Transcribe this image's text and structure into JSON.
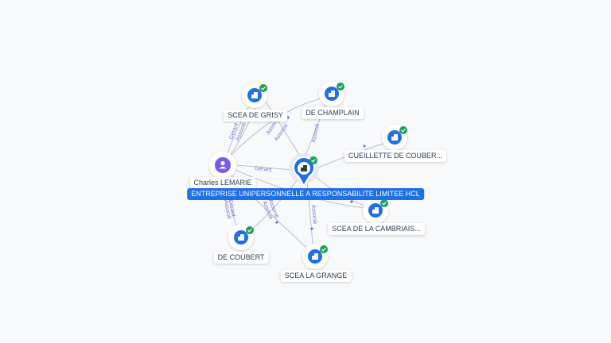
{
  "graph": {
    "center": {
      "label": "ENTREPRISE UNIPERSONNELLE A RESPONSABILITE LIMITEE HCL",
      "icon": "building-icon"
    },
    "person": {
      "label": "Charles LEMARIE",
      "icon": "person-icon"
    },
    "companies": [
      {
        "id": "scea-de-grisy",
        "label": "SCEA DE GRISY",
        "icon": "building-icon",
        "verified": true
      },
      {
        "id": "de-champlain",
        "label": "DE CHAMPLAIN",
        "icon": "building-icon",
        "verified": true
      },
      {
        "id": "cueillette-de-coubert",
        "label": "CUEILLETTE DE COUBER...",
        "icon": "building-icon",
        "verified": true
      },
      {
        "id": "scea-de-la-cambriais",
        "label": "SCEA DE LA CAMBRIAIS...",
        "icon": "building-icon",
        "verified": true
      },
      {
        "id": "scea-la-grange",
        "label": "SCEA LA GRANGE",
        "icon": "building-icon",
        "verified": true
      },
      {
        "id": "de-coubert",
        "label": "DE COUBERT",
        "icon": "building-icon",
        "verified": true
      }
    ],
    "edge_labels": {
      "gerant": "Gérant",
      "associe": "Associé"
    },
    "colors": {
      "node_blue": "#1f6fe8",
      "person_purple": "#7b5be6",
      "verified_green": "#1e9e5a",
      "edge_gray": "#a9b0bd",
      "label_purple": "#7b74c9"
    }
  }
}
